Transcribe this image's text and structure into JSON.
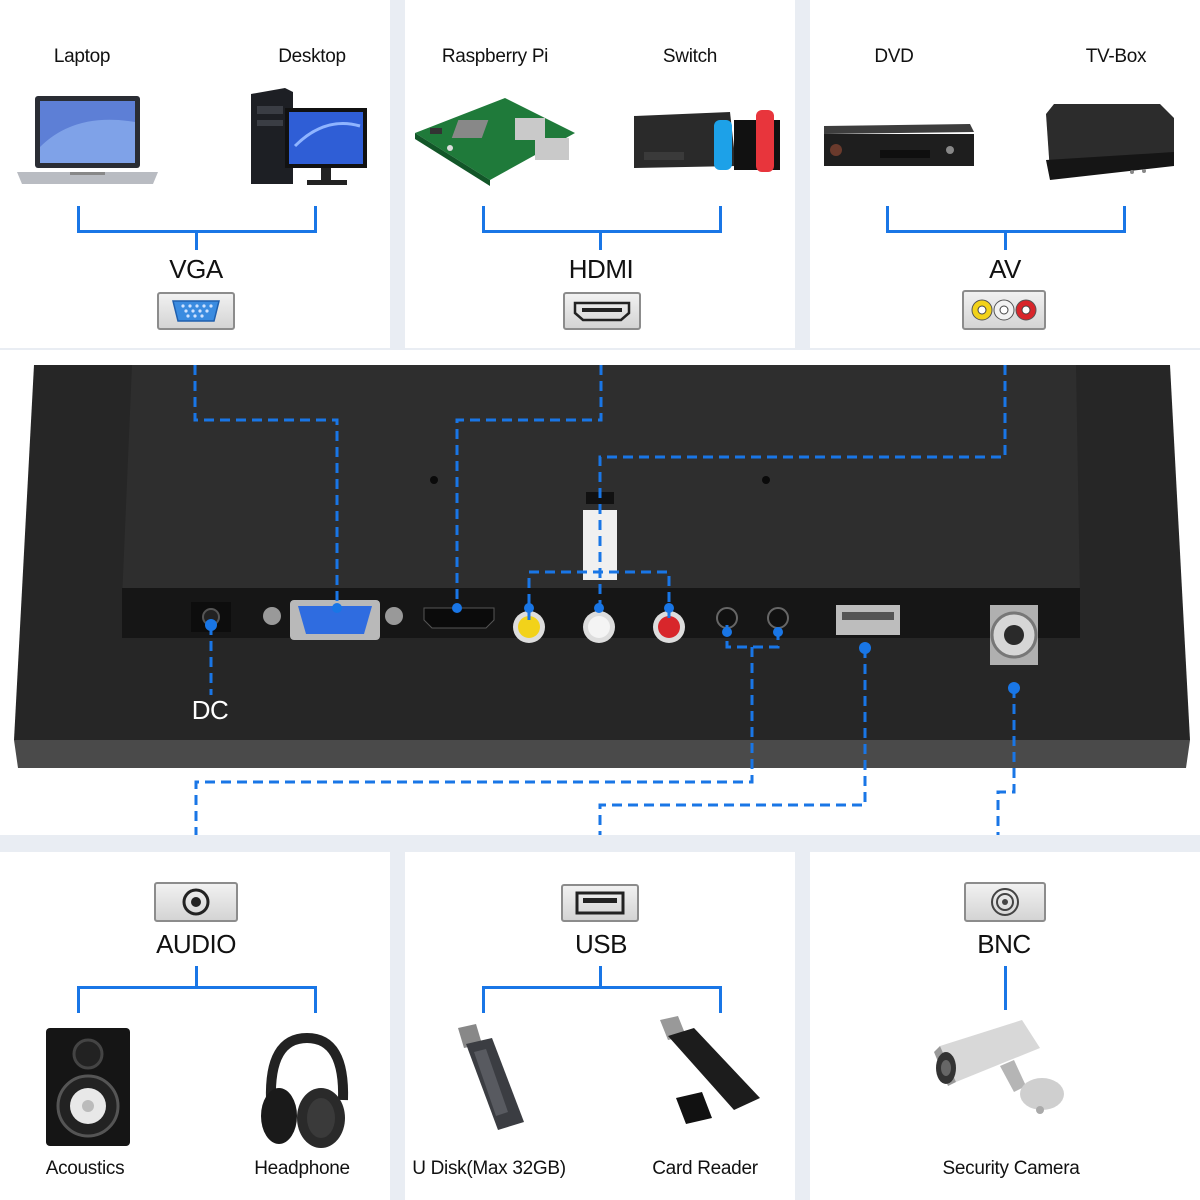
{
  "top": [
    {
      "group": "VGA",
      "devices": [
        "Laptop",
        "Desktop"
      ],
      "icon": "vga-port-icon"
    },
    {
      "group": "HDMI",
      "devices": [
        "Raspberry Pi",
        "Switch"
      ],
      "icon": "hdmi-port-icon"
    },
    {
      "group": "AV",
      "devices": [
        "DVD",
        "TV-Box"
      ],
      "icon": "av-port-icon"
    }
  ],
  "middle": {
    "dc_label": "DC"
  },
  "bottom": [
    {
      "group": "AUDIO",
      "devices": [
        "Acoustics",
        "Headphone"
      ],
      "icon": "audio-port-icon"
    },
    {
      "group": "USB",
      "devices": [
        "U Disk(Max 32GB)",
        "Card Reader"
      ],
      "icon": "usb-port-icon"
    },
    {
      "group": "BNC",
      "devices": [
        "Security Camera"
      ],
      "icon": "bnc-port-icon"
    }
  ],
  "colors": {
    "accent": "#1976e6",
    "panel": "#ffffff",
    "background": "#e9edf3",
    "device": "#2b2b2b"
  }
}
